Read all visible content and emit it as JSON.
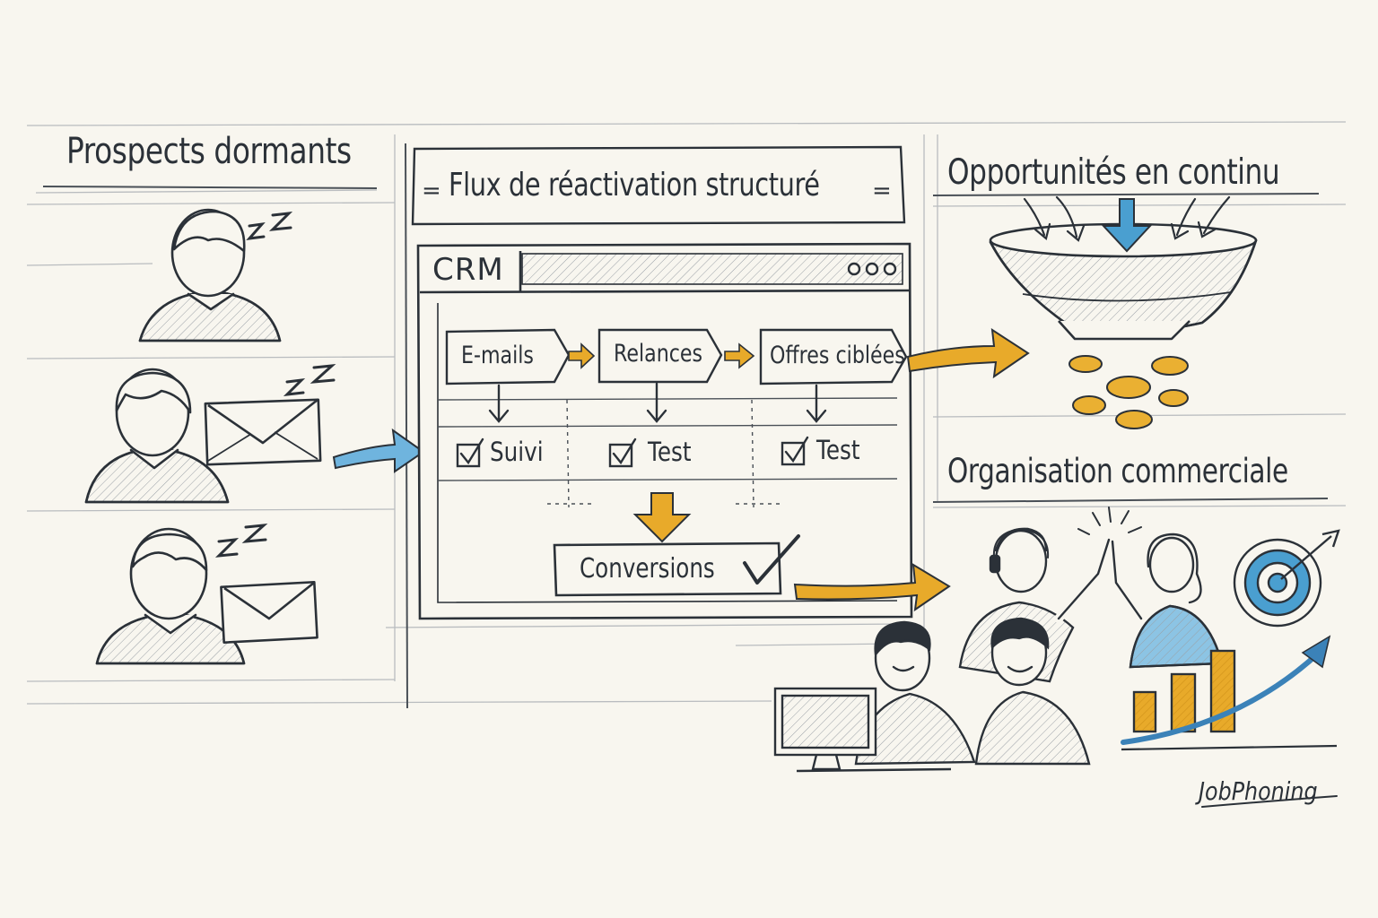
{
  "titles": {
    "left": "Prospects dormants",
    "middle": "Flux de réactivation structuré",
    "right_top": "Opportunités en continu",
    "right_bottom": "Organisation commerciale"
  },
  "crm": {
    "window_label": "CRM",
    "steps": [
      "E-mails",
      "Relances",
      "Offres ciblées"
    ],
    "checks": [
      "Suivi",
      "Test",
      "Test"
    ],
    "result": "Conversions"
  },
  "brand": "JobPhoning",
  "icons": {
    "sleep": "zzz-icon",
    "envelope": "envelope-icon",
    "funnel": "funnel-icon",
    "coins": "coins-icon",
    "target": "target-icon",
    "bar_chart": "bar-chart-icon",
    "checkbox": "checkbox-icon",
    "checkmark": "checkmark-icon"
  },
  "colors": {
    "ink": "#2b3138",
    "paper": "#f8f6ef",
    "accent_blue": "#4a9fd0",
    "accent_gold": "#e8aa2a"
  }
}
